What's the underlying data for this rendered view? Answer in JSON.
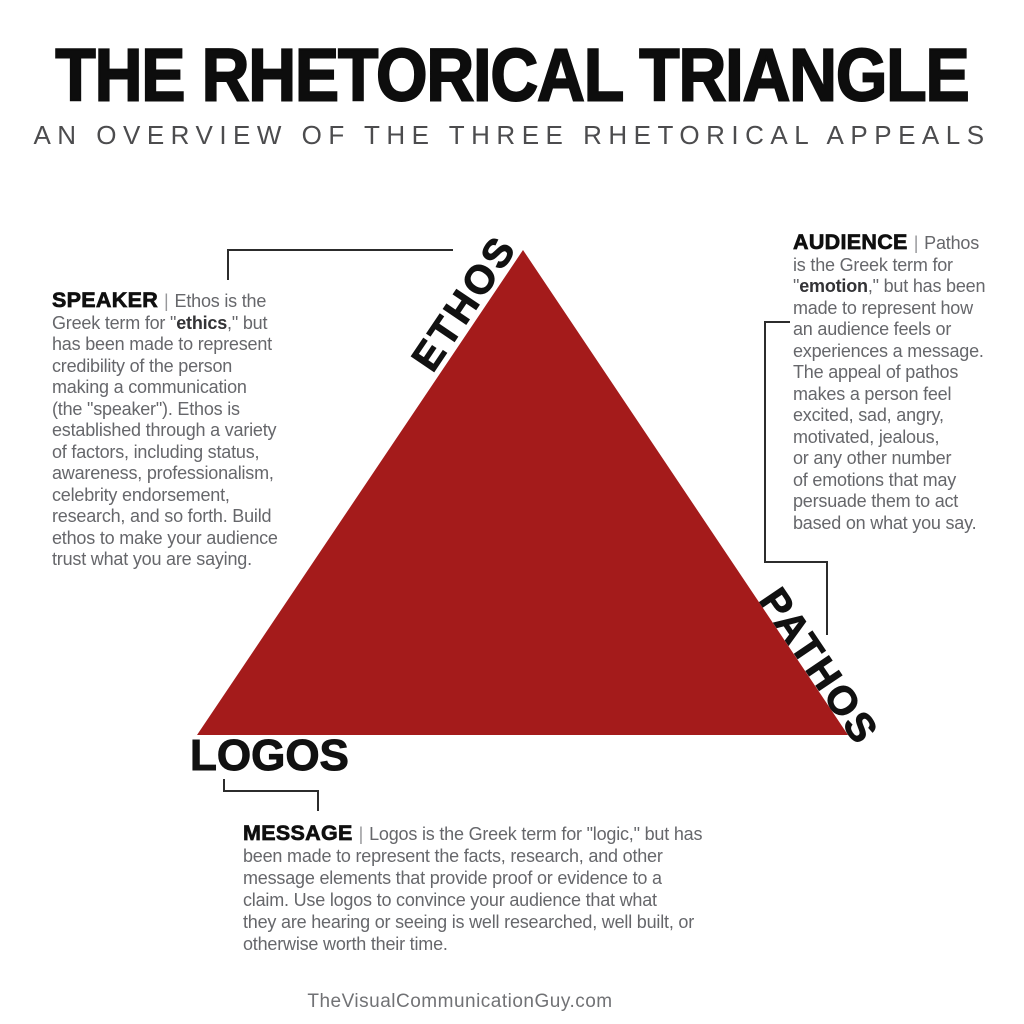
{
  "header": {
    "title": "THE RHETORICAL TRIANGLE",
    "subtitle": "AN OVERVIEW OF THE THREE RHETORICAL APPEALS"
  },
  "triangle": {
    "fill_color": "#A41B1B",
    "vertex_labels": {
      "top": "ETHOS",
      "right": "PATHOS",
      "bottom_left": "LOGOS"
    }
  },
  "blocks": {
    "speaker": {
      "label": "SPEAKER",
      "separator": "|",
      "text_before_bold": "Ethos is the\nGreek term for \"",
      "bold_word": "ethics",
      "text_after_bold": ",\" but\nhas been made to represent\ncredibility of the person\nmaking a communication\n(the \"speaker\"). Ethos is\nestablished through a variety\nof factors, including status,\nawareness, professionalism,\ncelebrity endorsement,\nresearch, and so forth. Build\nethos to make your audience\ntrust what you are saying."
    },
    "audience": {
      "label": "AUDIENCE",
      "separator": "|",
      "text_before_bold": "Pathos\nis the Greek term for\n\"",
      "bold_word": "emotion",
      "text_after_bold": ",\" but has been\nmade to represent how\nan audience feels or\nexperiences a message.\nThe appeal of pathos\nmakes a person feel\nexcited, sad, angry,\nmotivated, jealous,\nor any other number\nof emotions that may\npersuade them to act\nbased on what you say."
    },
    "message": {
      "label": "MESSAGE",
      "separator": "|",
      "text": "Logos is the Greek term for \"logic,\" but has\nbeen made to represent the facts, research, and other\nmessage elements that provide proof or evidence to a\nclaim. Use logos to convince your audience that what\nthey are hearing or seeing is well researched, well built, or\notherwise worth their time."
    }
  },
  "footer": {
    "site": "TheVisualCommunicationGuy.com"
  }
}
